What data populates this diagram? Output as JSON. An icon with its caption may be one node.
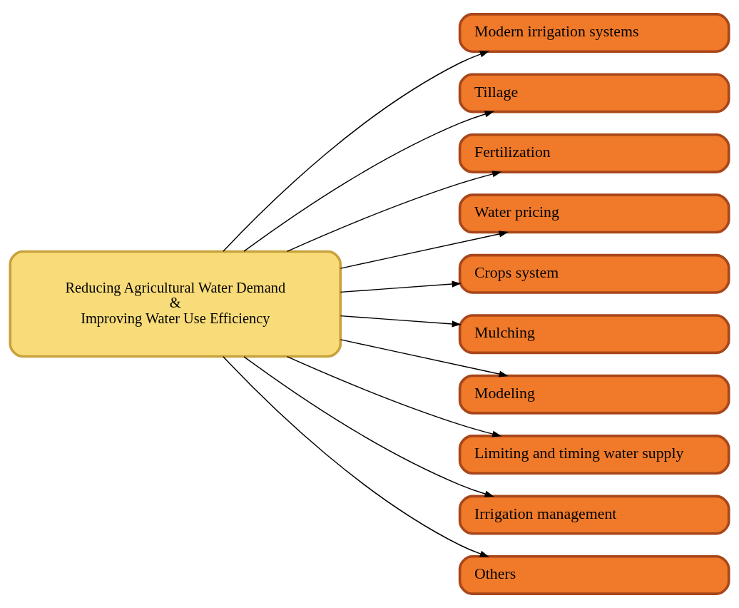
{
  "diagram": {
    "nodes": [
      {
        "text": [
          "Reducing Agricultural Water Demand",
          "&",
          "Improving Water Use Efficiency"
        ]
      },
      {
        "text": [
          "Modern irrigation systems"
        ]
      },
      {
        "text": [
          "Tillage"
        ]
      },
      {
        "text": [
          "Fertilization"
        ]
      },
      {
        "text": [
          "Water pricing"
        ]
      },
      {
        "text": [
          "Crops system"
        ]
      },
      {
        "text": [
          "Mulching"
        ]
      },
      {
        "text": [
          "Modeling"
        ]
      },
      {
        "text": [
          "Limiting and timing water supply"
        ]
      },
      {
        "text": [
          "Irrigation management"
        ]
      },
      {
        "text": [
          "Others"
        ]
      }
    ],
    "edges": [
      {
        "from": 0,
        "to": 1,
        "arrow": "to"
      },
      {
        "from": 0,
        "to": 2,
        "arrow": "to"
      },
      {
        "from": 0,
        "to": 3,
        "arrow": "to"
      },
      {
        "from": 0,
        "to": 4,
        "arrow": "to"
      },
      {
        "from": 0,
        "to": 5,
        "arrow": "to"
      },
      {
        "from": 0,
        "to": 6,
        "arrow": "to"
      },
      {
        "from": 0,
        "to": 7,
        "arrow": "to"
      },
      {
        "from": 0,
        "to": 8,
        "arrow": "to"
      },
      {
        "from": 0,
        "to": 9,
        "arrow": "to"
      },
      {
        "from": 0,
        "to": 10,
        "arrow": "to"
      }
    ]
  }
}
